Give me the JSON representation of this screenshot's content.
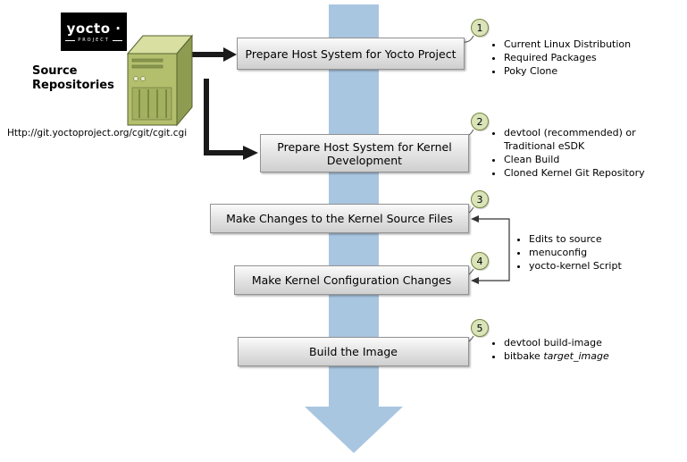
{
  "logo": {
    "name": "yocto ·",
    "subtitle": "PROJECT"
  },
  "source_repositories": {
    "label": "Source Repositories",
    "url": "Http://git.yoctoproject.org/cgit/cgit.cgi"
  },
  "boxes": {
    "b1": "Prepare Host System for Yocto Project",
    "b2": "Prepare Host System for Kernel Development",
    "b3": "Make Changes to the Kernel Source Files",
    "b4": "Make Kernel Configuration Changes",
    "b5": "Build the Image"
  },
  "step_numbers": {
    "n1": "1",
    "n2": "2",
    "n3": "3",
    "n4": "4",
    "n5": "5"
  },
  "notes": {
    "step1": [
      "Current Linux Distribution",
      "Required Packages",
      "Poky Clone"
    ],
    "step2": [
      "devtool (recommended) or Traditional eSDK",
      "Clean Build",
      "Cloned Kernel Git Repository"
    ],
    "steps34": [
      "Edits to source",
      "menuconfig",
      "yocto-kernel Script"
    ],
    "step5": {
      "item1": "devtool build-image",
      "item2_prefix": "bitbake ",
      "item2_italic": "target_image"
    }
  }
}
